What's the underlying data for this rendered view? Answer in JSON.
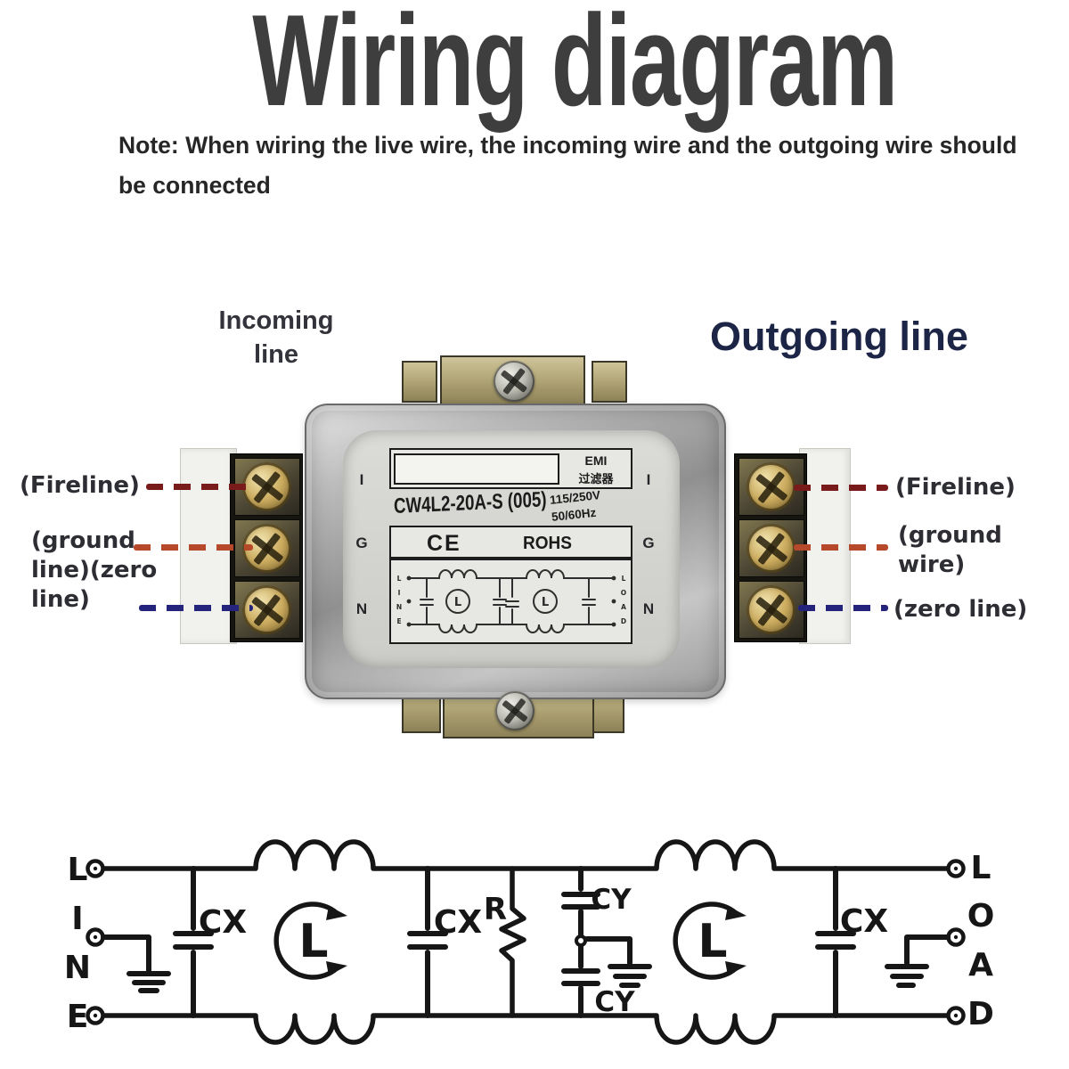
{
  "title": "Wiring diagram",
  "note": {
    "line1": "Note: When wiring the live wire, the incoming wire and the outgoing wire should",
    "line2": "be connected"
  },
  "incoming_label": "Incoming\nline",
  "outgoing_label": "Outgoing line",
  "left_side": {
    "fireline": "(Fireline)",
    "ground_zero": "(ground\nline)(zero\n line)"
  },
  "right_side": {
    "fireline": "(Fireline)",
    "ground": "(ground\nwire)",
    "zero": "(zero line)"
  },
  "wire_colors": {
    "fireline": "#7a1b1b",
    "ground": "#b5492a",
    "zero": "#24247d"
  },
  "device": {
    "terminals": [
      "I",
      "G",
      "N"
    ],
    "label": {
      "emi": "EMI",
      "emi_cn": "过滤器",
      "model": "CW4L2-20A-S (005)",
      "voltage": "115/250V",
      "frequency": "50/60Hz",
      "ce": "CE",
      "rohs": "ROHS"
    },
    "mini_print": {
      "line_letters": [
        "L",
        "I",
        "N",
        "E"
      ],
      "load_letters": [
        "L",
        "O",
        "A",
        "D"
      ],
      "inductor": "L"
    }
  },
  "schematic": {
    "line_letters": [
      "L",
      "I",
      "N",
      "E"
    ],
    "load_letters": [
      "L",
      "O",
      "A",
      "D"
    ],
    "labels": {
      "cx": "CX",
      "cy": "CY",
      "r": "R",
      "inductor": "L"
    }
  }
}
